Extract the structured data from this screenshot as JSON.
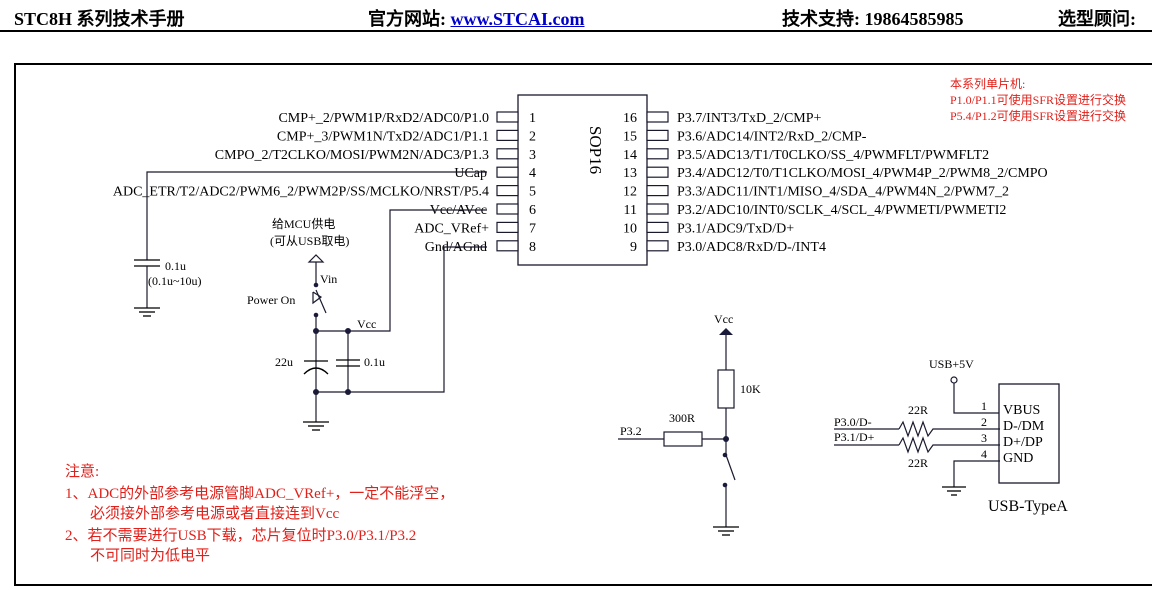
{
  "header": {
    "doc_title": "STC8H 系列技术手册",
    "site_label": "官方网站: ",
    "site_link": "www.STCAI.com",
    "support": "技术支持: 19864585985",
    "advisor": "选型顾问:"
  },
  "chip": {
    "package": "SOP16",
    "left_pins": [
      {
        "num": "1",
        "label": "CMP+_2/PWM1P/RxD2/ADC0/P1.0"
      },
      {
        "num": "2",
        "label": "CMP+_3/PWM1N/TxD2/ADC1/P1.1"
      },
      {
        "num": "3",
        "label": "CMPO_2/T2CLKO/MOSI/PWM2N/ADC3/P1.3"
      },
      {
        "num": "4",
        "label": "UCap"
      },
      {
        "num": "5",
        "label": "ADC_ETR/T2/ADC2/PWM6_2/PWM2P/SS/MCLKO/NRST/P5.4"
      },
      {
        "num": "6",
        "label": "Vcc/AVcc"
      },
      {
        "num": "7",
        "label": "ADC_VRef+"
      },
      {
        "num": "8",
        "label": "Gnd/AGnd"
      }
    ],
    "right_pins": [
      {
        "num": "16",
        "label": "P3.7/INT3/TxD_2/CMP+"
      },
      {
        "num": "15",
        "label": "P3.6/ADC14/INT2/RxD_2/CMP-"
      },
      {
        "num": "14",
        "label": "P3.5/ADC13/T1/T0CLKO/SS_4/PWMFLT/PWMFLT2"
      },
      {
        "num": "13",
        "label": "P3.4/ADC12/T0/T1CLKO/MOSI_4/PWM4P_2/PWM8_2/CMPO"
      },
      {
        "num": "12",
        "label": "P3.3/ADC11/INT1/MISO_4/SDA_4/PWM4N_2/PWM7_2"
      },
      {
        "num": "11",
        "label": "P3.2/ADC10/INT0/SCLK_4/SCL_4/PWMETI/PWMETI2"
      },
      {
        "num": "10",
        "label": "P3.1/ADC9/TxD/D+"
      },
      {
        "num": "9",
        "label": "P3.0/ADC8/RxD/D-/INT4"
      }
    ]
  },
  "note_top_right": [
    "本系列单片机:",
    "P1.0/P1.1可使用SFR设置进行交换",
    "P5.4/P1.2可使用SFR设置进行交换"
  ],
  "ucap_circuit": {
    "cap_value": "0.1u",
    "cap_range": "(0.1u~10u)"
  },
  "power_circuit": {
    "supply_note_1": "给MCU供电",
    "supply_note_2": "(可从USB取电)",
    "vin": "Vin",
    "switch": "Power On",
    "vcc": "Vcc",
    "cap_bulk": "22u",
    "cap_decouple": "0.1u"
  },
  "reset_circuit": {
    "vcc": "Vcc",
    "pullup": "10K",
    "series": "300R",
    "pin": "P3.2"
  },
  "usb_circuit": {
    "supply": "USB+5V",
    "dm_net": "P3.0/D-",
    "dp_net": "P3.1/D+",
    "r_top": "22R",
    "r_bottom": "22R",
    "connector": "USB-TypeA",
    "pins": [
      {
        "num": "1",
        "label": "VBUS"
      },
      {
        "num": "2",
        "label": "D-/DM"
      },
      {
        "num": "3",
        "label": "D+/DP"
      },
      {
        "num": "4",
        "label": "GND"
      }
    ]
  },
  "notes": [
    "注意:",
    "1、ADC的外部参考电源管脚ADC_VRef+，一定不能浮空，",
    "必须接外部参考电源或者直接连到Vcc",
    "2、若不需要进行USB下载，芯片复位时P3.0/P3.1/P3.2",
    "不可同时为低电平"
  ],
  "colors": {
    "note_red": "#e0201a",
    "link_blue": "#0000cc"
  }
}
